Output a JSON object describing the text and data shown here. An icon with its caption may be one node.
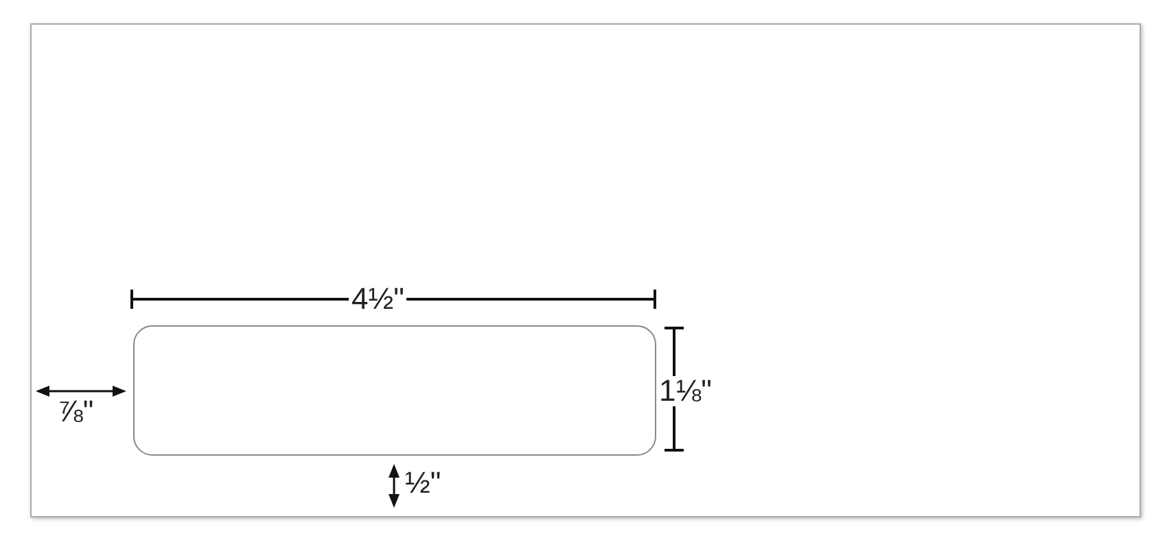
{
  "diagram": {
    "nodes": [
      {
        "text": [],
        "shape": "box"
      },
      {
        "text": [],
        "shape": "box",
        "in": 0
      }
    ],
    "labels": [
      "4½\"",
      "1⅛\"",
      "⅞\"",
      "½\""
    ]
  }
}
